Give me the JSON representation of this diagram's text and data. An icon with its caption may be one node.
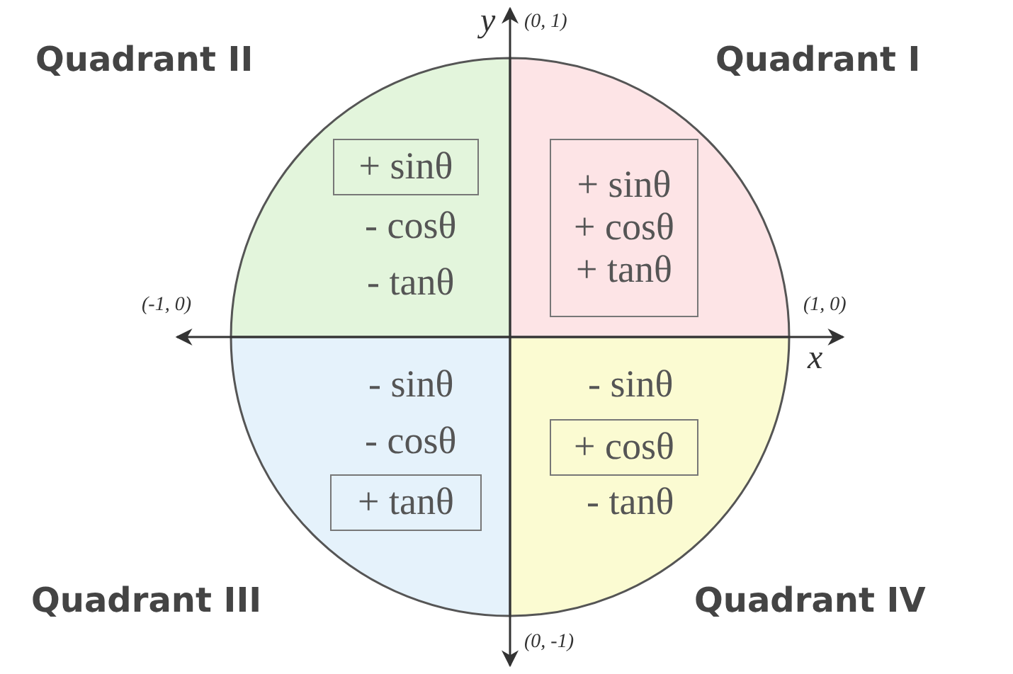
{
  "diagram": {
    "nodes": [
      {
        "text": [
          "Quadrant II",
          "- cosθ",
          "- tanθ"
        ]
      },
      {
        "text": [
          "+ sinθ"
        ],
        "in": 0
      },
      {
        "text": [
          "Quadrant I"
        ]
      },
      {
        "text": [
          "+ sinθ",
          "+ cosθ",
          "+ tanθ"
        ],
        "in": 2
      },
      {
        "text": [
          "Quadrant III",
          "- sinθ",
          "- cosθ"
        ]
      },
      {
        "text": [
          "+ tanθ"
        ],
        "in": 4
      },
      {
        "text": [
          "Quadrant IV",
          "- sinθ",
          "- tanθ"
        ]
      },
      {
        "text": [
          "+ cosθ"
        ],
        "in": 6
      }
    ],
    "edges": [],
    "labels": [
      "y",
      "(0, 1)",
      "(-1, 0)",
      "(1, 0)",
      "x",
      "(0, -1)"
    ]
  }
}
